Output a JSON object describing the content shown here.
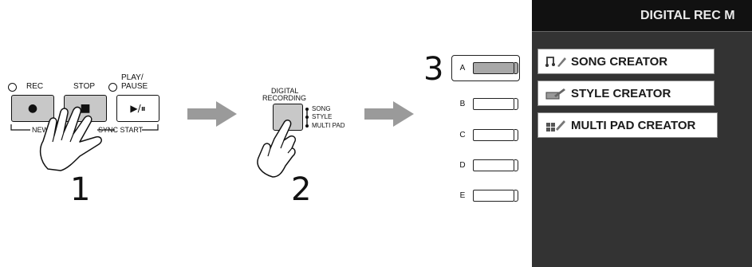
{
  "panel1": {
    "rec_label": "REC",
    "stop_label": "STOP",
    "play_label_line1": "PLAY/",
    "play_label_line2": "PAUSE",
    "new_song_label": "NEW",
    "new_song_label_tail": "N",
    "sync_start_label": "SYNC START",
    "step_number": "1"
  },
  "panel2": {
    "button_label_line1": "DIGITAL",
    "button_label_line2": "RECORDING",
    "modes": [
      "SONG",
      "STYLE",
      "MULTI PAD"
    ],
    "step_number": "2"
  },
  "panel3": {
    "step_number": "3",
    "buttons": [
      "A",
      "B",
      "C",
      "D",
      "E"
    ],
    "selected": "A"
  },
  "screen": {
    "title": "DIGITAL REC M",
    "items": [
      {
        "label": "SONG CREATOR",
        "icon": "note-pencil-icon"
      },
      {
        "label": "STYLE CREATOR",
        "icon": "style-pencil-icon"
      },
      {
        "label": "MULTI PAD CREATOR",
        "icon": "pad-pencil-icon"
      }
    ]
  },
  "colors": {
    "screen_bg": "#333333",
    "screen_title_bg": "#111111",
    "arrow": "#9a9a9a",
    "button_gray": "#c8c8c8"
  }
}
